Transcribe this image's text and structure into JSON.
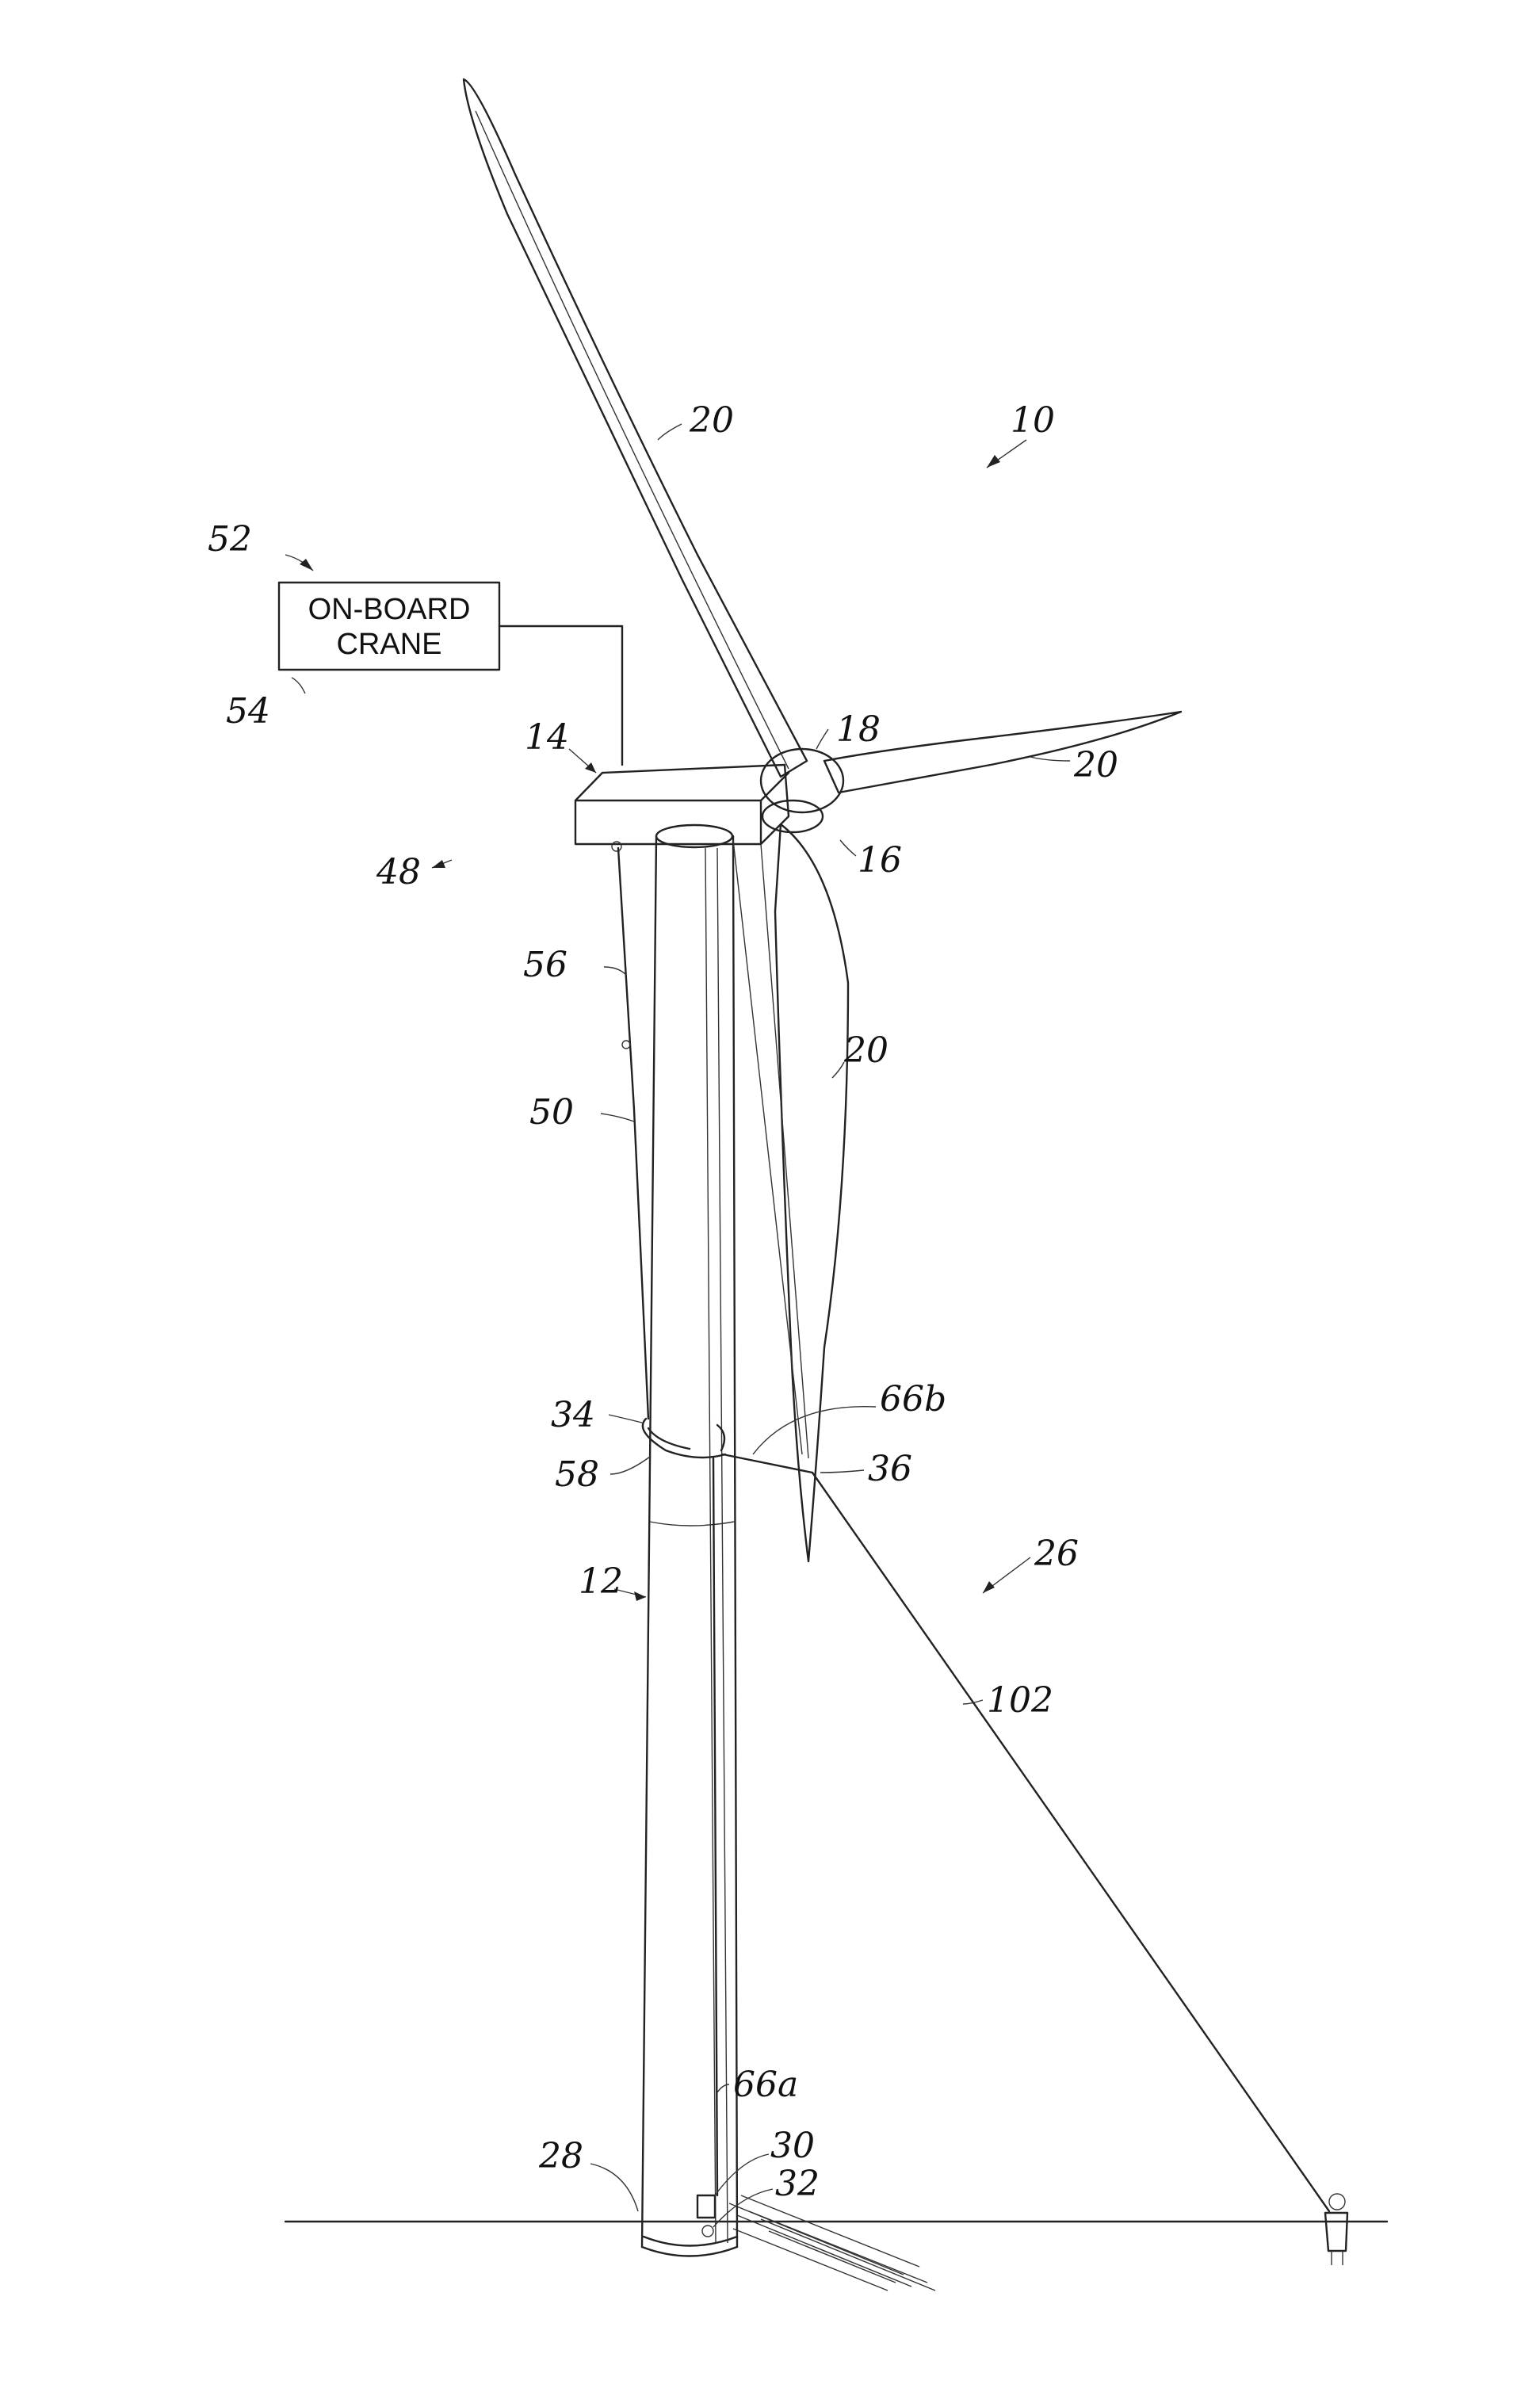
{
  "figure": {
    "crane_box": {
      "line1": "ON-BOARD",
      "line2": "CRANE"
    },
    "refs": {
      "turbine": "10",
      "blade_top": "20",
      "blade_right": "20",
      "blade_lower": "20",
      "crane_system": "52",
      "crane": "54",
      "nacelle": "14",
      "rotor": "16",
      "hub": "18",
      "system": "48",
      "cable_56": "56",
      "cable_50": "50",
      "clamp_34": "34",
      "clamp_58": "58",
      "line_66b": "66b",
      "blade_root": "36",
      "tower": "12",
      "ground_system": "26",
      "tag_line": "102",
      "line_66a": "66a",
      "tower_base": "28",
      "winch": "30",
      "pulley": "32"
    }
  }
}
